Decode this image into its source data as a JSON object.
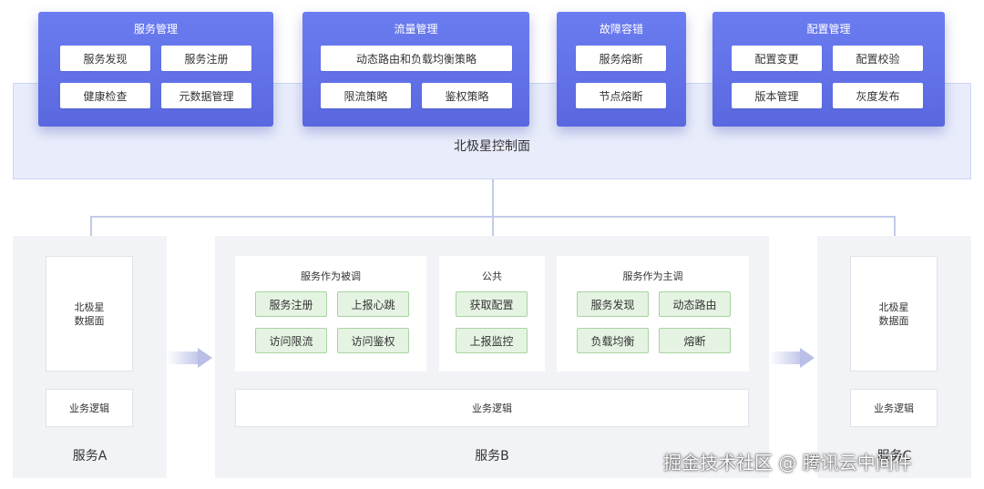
{
  "control_plane": {
    "label": "北极星控制面",
    "groups": [
      {
        "title": "服务管理",
        "items": [
          "服务发现",
          "服务注册",
          "健康检查",
          "元数据管理"
        ]
      },
      {
        "title": "流量管理",
        "items": [
          "动态路由和负载均衡策略",
          "限流策略",
          "鉴权策略"
        ]
      },
      {
        "title": "故障容错",
        "items": [
          "服务熔断",
          "节点熔断"
        ]
      },
      {
        "title": "配置管理",
        "items": [
          "配置变更",
          "配置校验",
          "版本管理",
          "灰度发布"
        ]
      }
    ]
  },
  "service_a": {
    "label": "服务A",
    "data_plane": "北极星\n数据面",
    "business": "业务逻辑"
  },
  "service_b": {
    "label": "服务B",
    "sections": [
      {
        "title": "服务作为被调",
        "items": [
          "服务注册",
          "上报心跳",
          "访问限流",
          "访问鉴权"
        ]
      },
      {
        "title": "公共",
        "items": [
          "获取配置",
          "上报监控"
        ]
      },
      {
        "title": "服务作为主调",
        "items": [
          "服务发现",
          "动态路由",
          "负载均衡",
          "熔断"
        ]
      }
    ],
    "business": "业务逻辑"
  },
  "service_c": {
    "label": "服务C",
    "data_plane": "北极星\n数据面",
    "business": "业务逻辑"
  },
  "watermark": "掘金技术社区 @ 腾讯云中间件",
  "colors": {
    "group_bg": "#5f6fe6",
    "band_bg": "#e9edfb",
    "green_chip_bg": "#e5f3e2",
    "green_chip_border": "#a8d3a0",
    "panel_bg": "#f2f3f6"
  }
}
